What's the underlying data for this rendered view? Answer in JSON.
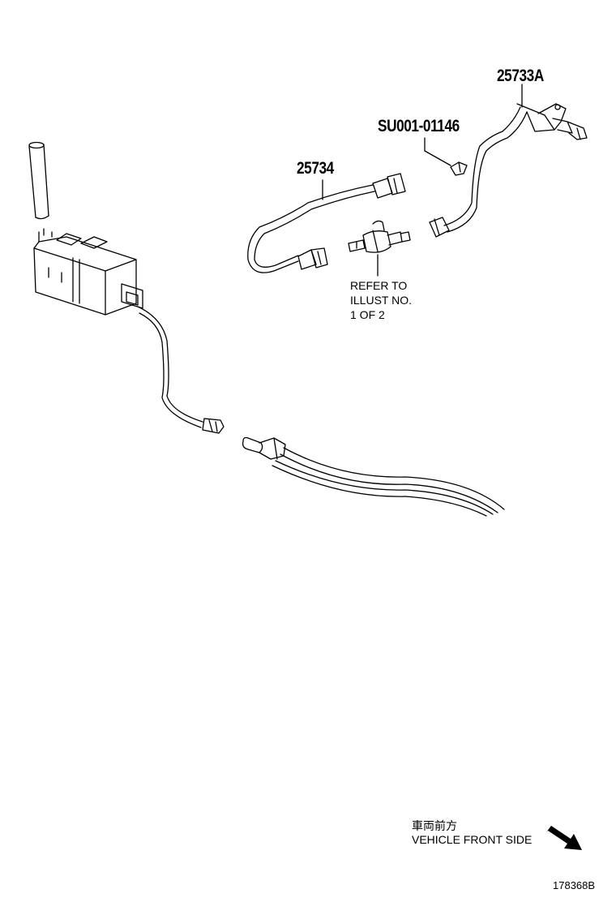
{
  "callouts": {
    "hose_a": "25733A",
    "clip": "SU001-01146",
    "hose": "25734"
  },
  "note": {
    "line1": "REFER TO",
    "line2": "ILLUST NO.",
    "line3": "1 OF 2"
  },
  "orientation": {
    "japanese": "車両前方",
    "english": "VEHICLE FRONT SIDE",
    "arrow_icon": "arrow-down-right-icon"
  },
  "illustration_number": "178368B"
}
